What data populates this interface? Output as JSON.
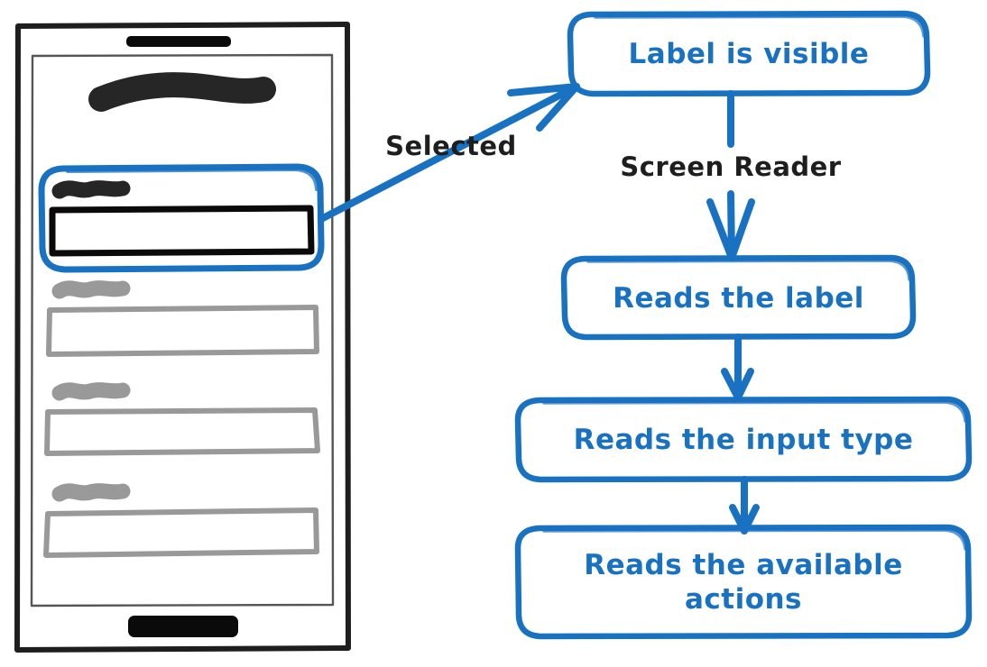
{
  "diagram": {
    "title_present": false,
    "colors": {
      "accent_blue": "#1971c2",
      "ink_black": "#1e1e1e",
      "muted_gray": "#999999",
      "background": "#ffffff"
    },
    "phone_mock": {
      "name": "mobile-form-sketch",
      "speaker_bar": "speaker-bar",
      "home_indicator": "home-indicator",
      "fields": [
        {
          "state": "header",
          "label_style": "black-scribble",
          "has_input": false,
          "highlighted": false
        },
        {
          "state": "selected",
          "label_style": "black-scribble",
          "has_input": true,
          "highlighted": true
        },
        {
          "state": "inactive",
          "label_style": "gray-scribble",
          "has_input": true,
          "highlighted": false
        },
        {
          "state": "inactive",
          "label_style": "gray-scribble",
          "has_input": true,
          "highlighted": false
        },
        {
          "state": "inactive",
          "label_style": "gray-scribble",
          "has_input": true,
          "highlighted": false
        }
      ]
    },
    "annotations": [
      {
        "id": "selected",
        "text": "Selected",
        "color": "#1e1e1e"
      },
      {
        "id": "screen-reader",
        "text": "Screen Reader",
        "color": "#1e1e1e"
      }
    ],
    "nodes": [
      {
        "id": "label-is-visible",
        "text": "Label is visible",
        "color": "#1971c2",
        "shape": "rounded-rect"
      },
      {
        "id": "reads-the-label",
        "text": "Reads the label",
        "color": "#1971c2",
        "shape": "rounded-rect"
      },
      {
        "id": "reads-the-input-type",
        "text": "Reads the input type",
        "color": "#1971c2",
        "shape": "rounded-rect"
      },
      {
        "id": "reads-available-actions",
        "text": "Reads the available\nactions",
        "color": "#1971c2",
        "shape": "rounded-rect"
      }
    ],
    "edges": [
      {
        "id": "edge-selected",
        "from": "selected-field",
        "to": "label-is-visible",
        "label": "Selected",
        "color": "#1971c2"
      },
      {
        "id": "edge-sr",
        "from": "label-is-visible",
        "to": "reads-the-label",
        "label": "Screen Reader",
        "color": "#1971c2"
      },
      {
        "id": "edge-2",
        "from": "reads-the-label",
        "to": "reads-the-input-type",
        "label": "",
        "color": "#1971c2"
      },
      {
        "id": "edge-3",
        "from": "reads-the-input-type",
        "to": "reads-available-actions",
        "label": "",
        "color": "#1971c2"
      }
    ]
  }
}
